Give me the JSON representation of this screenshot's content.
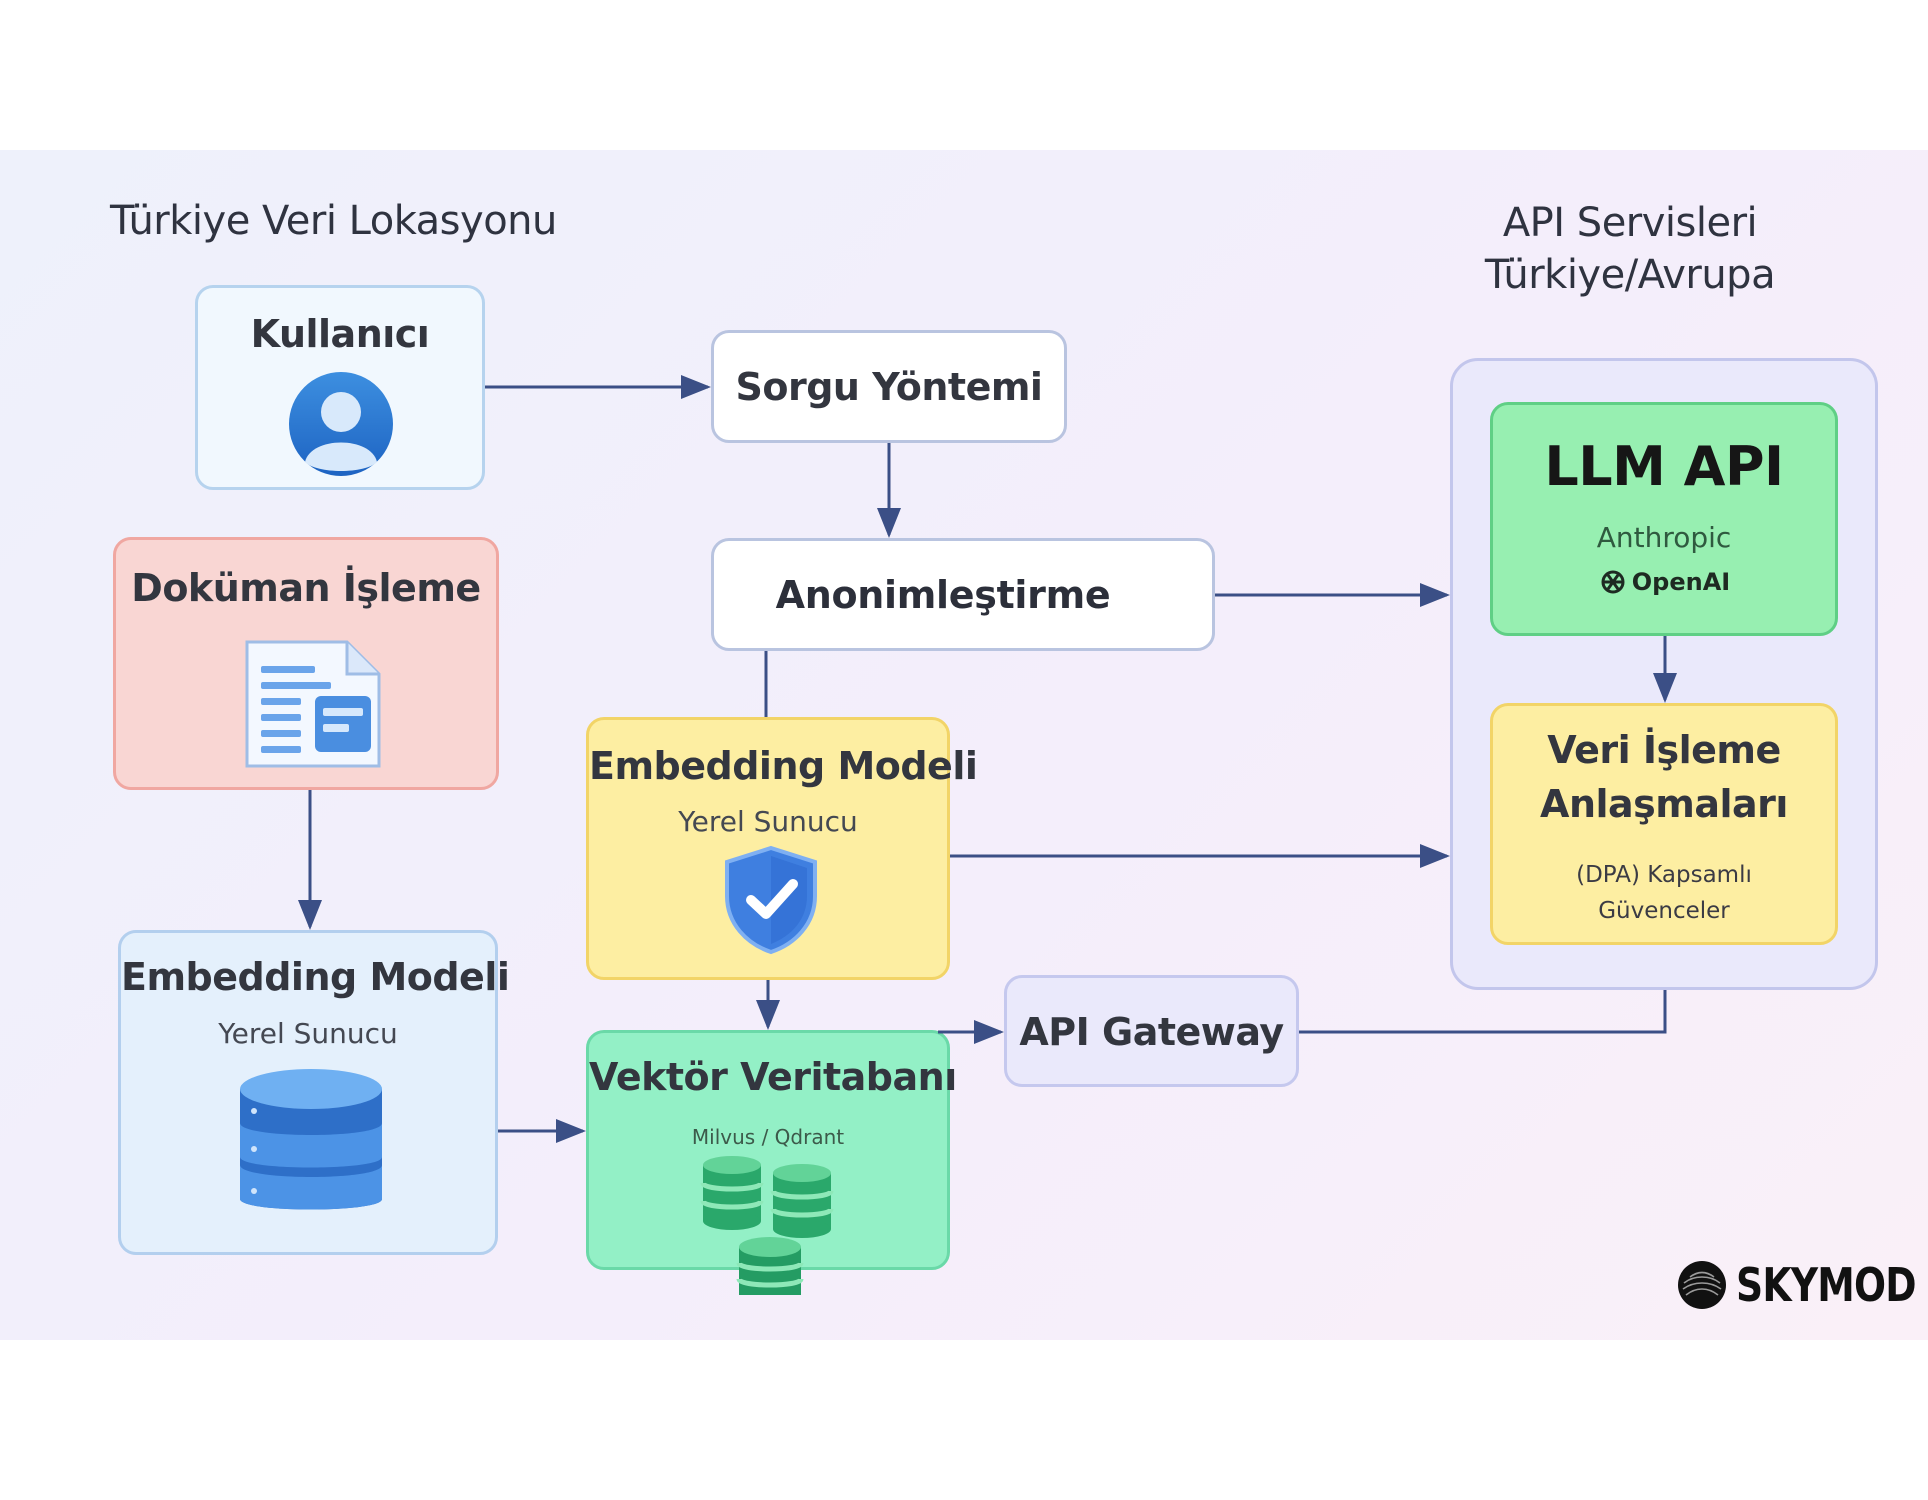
{
  "titles": {
    "left": "Türkiye Veri Lokasyonu",
    "right_line1": "API Servisleri",
    "right_line2": "Türkiye/Avrupa"
  },
  "nodes": {
    "kullanici": {
      "label": "Kullanıcı"
    },
    "sorgu": {
      "label": "Sorgu Yöntemi"
    },
    "anonim": {
      "label": "Anonimleştirme"
    },
    "dokuman": {
      "label": "Doküman İşleme"
    },
    "embedding_center": {
      "label": "Embedding Modeli",
      "sub": "Yerel Sunucu"
    },
    "embedding_left": {
      "label": "Embedding Modeli",
      "sub": "Yerel Sunucu"
    },
    "vektor": {
      "label": "Vektör Veritabanı",
      "sub": "Milvus / Qdrant"
    },
    "gateway": {
      "label": "API Gateway"
    },
    "llm": {
      "label": "LLM API",
      "provider1": "Anthropic",
      "provider2": "OpenAI"
    },
    "dpa": {
      "label_line1": "Veri İşleme",
      "label_line2": "Anlaşmaları",
      "sub_line1": "(DPA) Kapsamlı",
      "sub_line2": "Güvenceler"
    }
  },
  "colors": {
    "blue_box": "#f1f8fe",
    "red_box": "#f9d6d3",
    "yellow_box": "#fdeea2",
    "green_box": "#97efb1",
    "mint_box": "#93f0c6",
    "lavender_box": "#eae9fb",
    "arrow": "#3b4f86"
  },
  "logo": {
    "text": "SKYMOD"
  }
}
